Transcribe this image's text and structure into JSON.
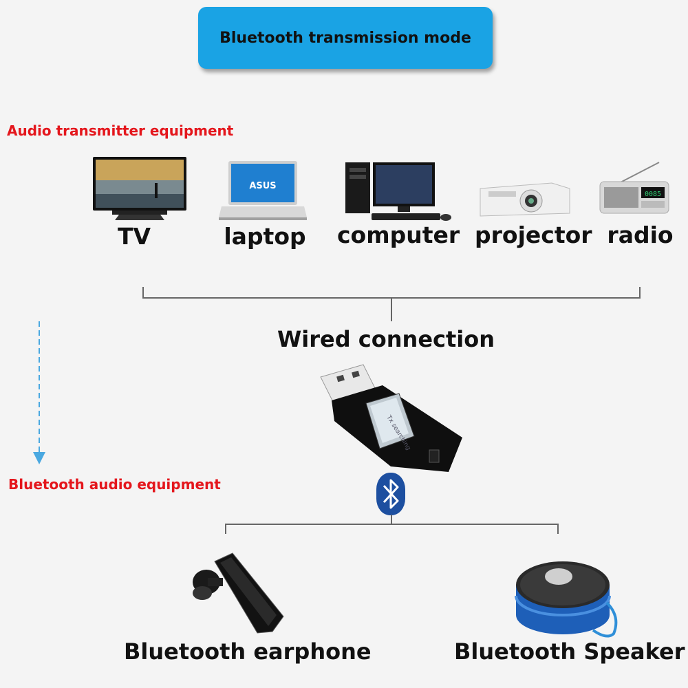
{
  "title": "Bluetooth transmission mode",
  "transmitter_heading": "Audio transmitter equipment",
  "receiver_heading": "Bluetooth audio equipment",
  "connection_label": "Wired connection",
  "adapter_screen_text": "Tx searching",
  "devices": [
    {
      "label": "TV",
      "icon": "tv-icon"
    },
    {
      "label": "laptop",
      "icon": "laptop-icon",
      "brand": "ASUS"
    },
    {
      "label": "computer",
      "icon": "computer-icon"
    },
    {
      "label": "projector",
      "icon": "projector-icon"
    },
    {
      "label": "radio",
      "icon": "radio-icon",
      "display_text": "0085"
    }
  ],
  "receivers": [
    {
      "label": "Bluetooth earphone",
      "icon": "earphone-icon"
    },
    {
      "label": "Bluetooth Speaker",
      "icon": "speaker-icon"
    }
  ],
  "colors": {
    "title_bg": "#1aa3e4",
    "heading_red": "#e4161c",
    "arrow_blue": "#4aa8e0",
    "bluetooth_blue": "#1d4fa0"
  }
}
